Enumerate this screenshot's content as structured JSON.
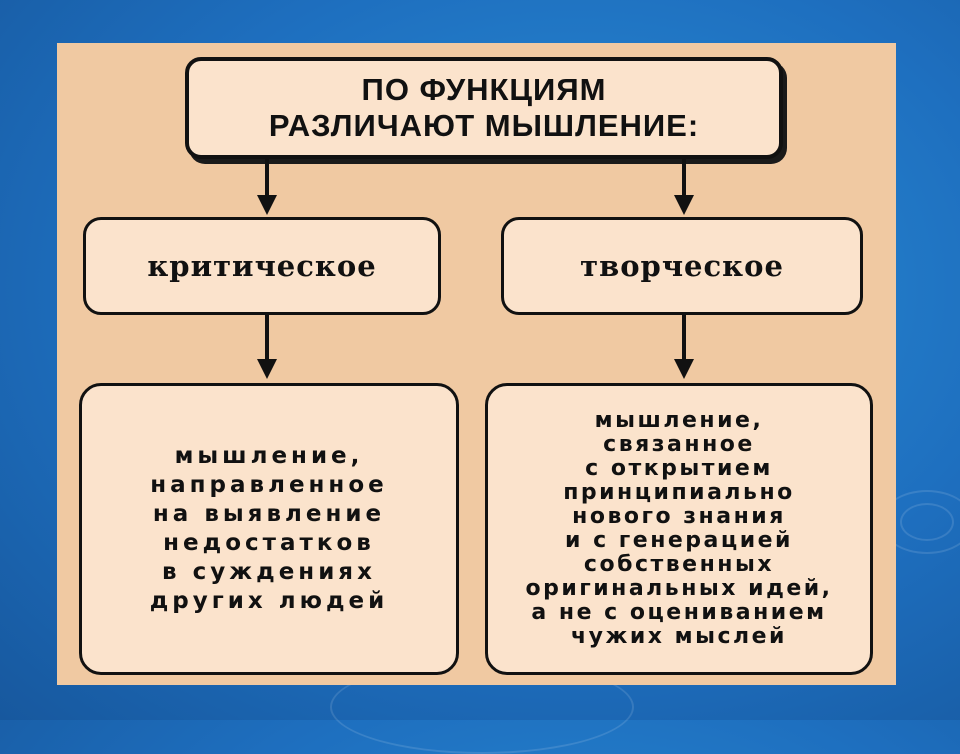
{
  "diagram": {
    "title_lines": [
      "ПО ФУНКЦИЯМ",
      "РАЗЛИЧАЮТ МЫШЛЕНИЕ:"
    ],
    "branches": [
      {
        "label": "критическое",
        "description_lines": [
          "мышление,",
          "направленное",
          "на выявление",
          "недостатков",
          "в суждениях",
          "других людей"
        ]
      },
      {
        "label": "творческое",
        "description_lines": [
          "мышление,",
          "связанное",
          "с открытием",
          "принципиально",
          "нового знания",
          "и с генерацией",
          "собственных",
          "оригинальных идей,",
          "а не с оцениванием",
          "чужих мыслей"
        ]
      }
    ]
  },
  "colors": {
    "background": "#1e6fbf",
    "panel": "#f0c9a2",
    "box_fill": "#fbe3cc",
    "outline": "#111111"
  }
}
